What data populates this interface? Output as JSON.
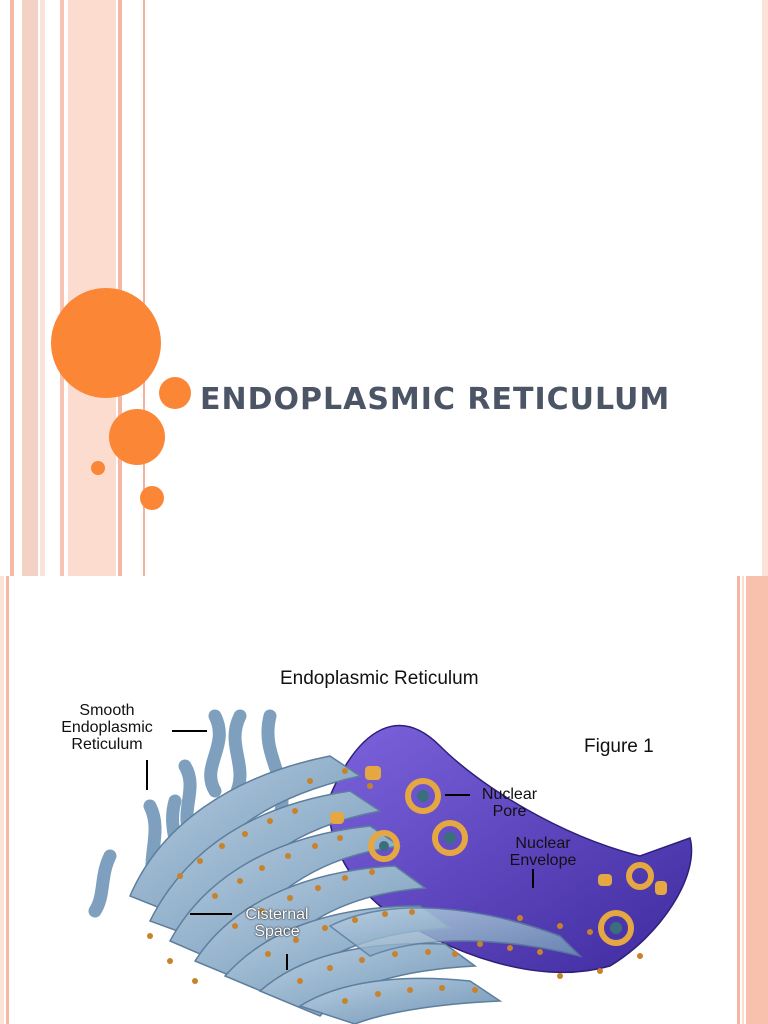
{
  "slide1": {
    "title": "ENDOPLASMIC RETICULUM",
    "accent_color": "#fb8636",
    "title_color": "#4b5566"
  },
  "slide2": {
    "figure_title": "Endoplasmic Reticulum",
    "figure_number": "Figure 1",
    "labels": {
      "smooth_er_line1": "Smooth",
      "smooth_er_line2": "Endoplasmic",
      "smooth_er_line3": "Reticulum",
      "nuclear_pore_line1": "Nuclear",
      "nuclear_pore_line2": "Pore",
      "nuclear_envelope_line1": "Nuclear",
      "nuclear_envelope_line2": "Envelope",
      "cisternal_space_line1": "Cisternal",
      "cisternal_space_line2": "Space"
    },
    "colors": {
      "membrane": "#8fb1cc",
      "nucleus": "#5a3fc0",
      "ribosome": "#c8822a",
      "pore": "#e4a742"
    }
  }
}
